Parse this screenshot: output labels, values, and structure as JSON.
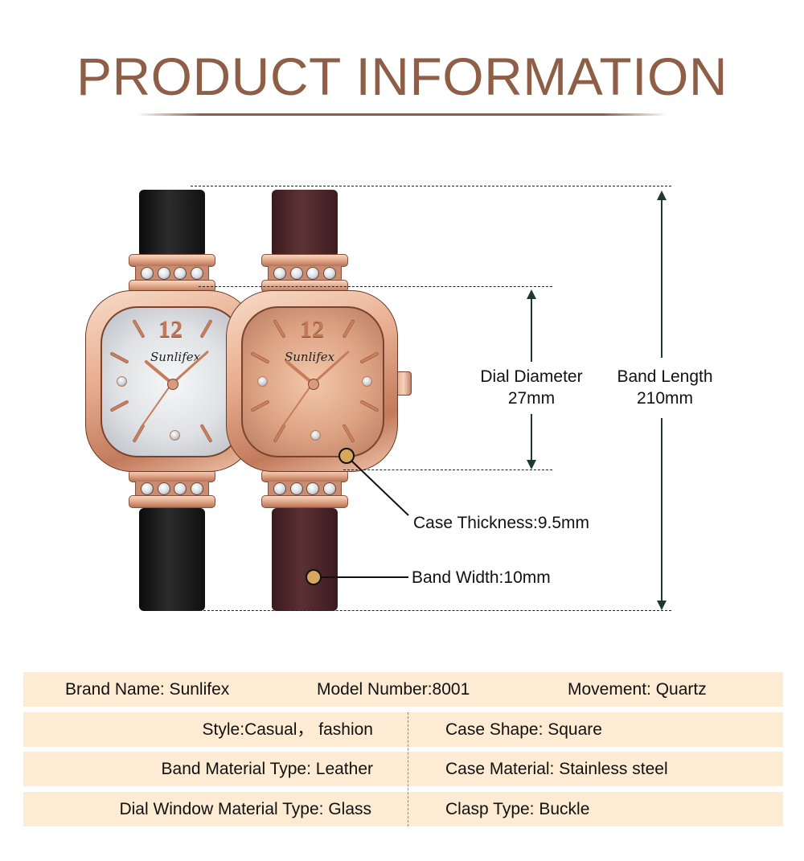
{
  "header": {
    "title": "PRODUCT INFORMATION"
  },
  "colors": {
    "title": "#8e5f46",
    "table_row_bg": "#fdebd3",
    "arrow": "#1e3a30",
    "callout_dot": "#d6a85c",
    "rose_gold": "#e6ab8c",
    "strap_black": "#141414",
    "strap_brown": "#4a2326",
    "dial_silver": "#e4e6e9",
    "dial_rose": "#dca383"
  },
  "watches": [
    {
      "name": "silver-dial-black-strap",
      "brand_logo": "Sunlifex",
      "numeral": "12"
    },
    {
      "name": "rose-dial-brown-strap",
      "brand_logo": "Sunlifex",
      "numeral": "12"
    }
  ],
  "dimensions": {
    "dial_diameter": {
      "label": "Dial Diameter",
      "value": "27mm"
    },
    "band_length": {
      "label": "Band Length",
      "value": "210mm"
    },
    "case_thickness": {
      "label": "Case Thickness:9.5mm"
    },
    "band_width": {
      "label": "Band Width:10mm"
    }
  },
  "specs": {
    "rows": [
      {
        "cells": [
          "Brand Name: Sunlifex",
          "Model Number:8001",
          "Movement: Quartz"
        ]
      },
      {
        "cells": [
          "Style:Casual， fashion",
          "Case Shape: Square"
        ]
      },
      {
        "cells": [
          "Band Material Type: Leather",
          "Case Material: Stainless steel"
        ]
      },
      {
        "cells": [
          "Dial Window Material Type: Glass",
          "Clasp Type: Buckle"
        ]
      }
    ]
  }
}
